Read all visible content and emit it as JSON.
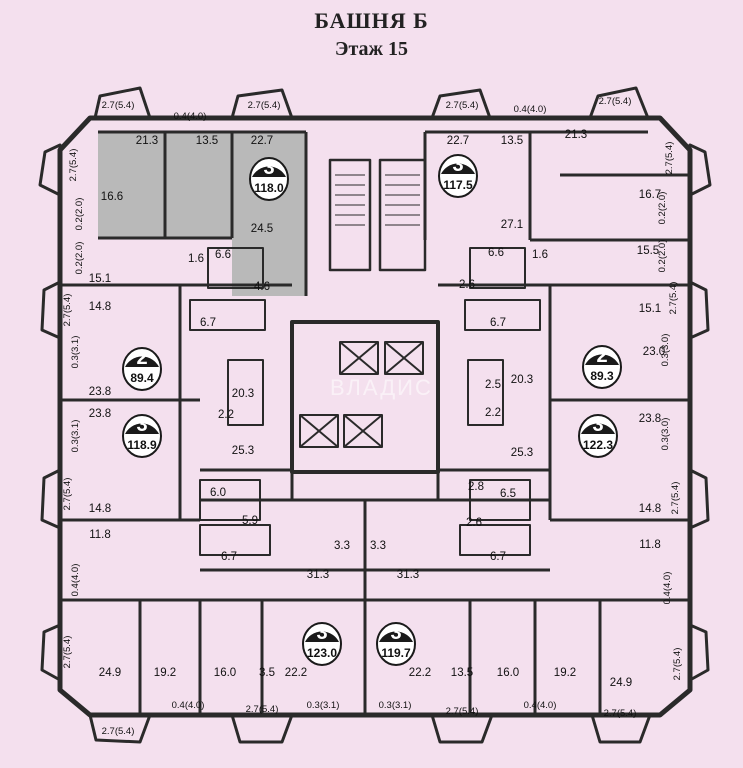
{
  "header": {
    "tower": "БАШНЯ Б",
    "floor": "Этаж 15"
  },
  "watermark": "ВЛАДИС",
  "colors": {
    "background": "#f4e0ee",
    "wall": "#2a2a2a",
    "highlight": "#b9b9b9"
  },
  "apartments": [
    {
      "rooms": "3",
      "area": "118.0"
    },
    {
      "rooms": "3",
      "area": "117.5"
    },
    {
      "rooms": "2",
      "area": "89.4"
    },
    {
      "rooms": "2",
      "area": "89.3"
    },
    {
      "rooms": "3",
      "area": "118.9"
    },
    {
      "rooms": "3",
      "area": "122.3"
    },
    {
      "rooms": "3",
      "area": "123.0"
    },
    {
      "rooms": "3",
      "area": "119.7"
    }
  ],
  "room_areas": [
    "21.3",
    "13.5",
    "22.7",
    "16.6",
    "24.5",
    "6.6",
    "1.6",
    "4.6",
    "15.1",
    "14.8",
    "6.7",
    "23.8",
    "20.3",
    "2.2",
    "23.8",
    "25.3",
    "6.0",
    "5.9",
    "14.8",
    "11.8",
    "6.7",
    "22.7",
    "13.5",
    "21.3",
    "16.7",
    "27.1",
    "6.6",
    "1.6",
    "2.6",
    "15.5",
    "15.1",
    "6.7",
    "23.0",
    "20.3",
    "2.2",
    "2.5",
    "23.8",
    "25.3",
    "2.8",
    "6.5",
    "2.6",
    "14.8",
    "11.8",
    "6.7",
    "3.3",
    "3.3",
    "31.3",
    "31.3",
    "24.9",
    "19.2",
    "16.0",
    "3.5",
    "22.2",
    "22.2",
    "13.5",
    "16.0",
    "19.2",
    "24.9"
  ],
  "dimensions": [
    "2.7(5.4)",
    "0.4(4.0)",
    "2.7(5.4)",
    "2.7(5.4)",
    "0.4(4.0)",
    "2.7(5.4)",
    "2.7(5.4)",
    "0.2(2.0)",
    "0.2(2.0)",
    "2.7(5.4)",
    "0.3(3.1)",
    "0.3(3.1)",
    "2.7(5.4)",
    "0.4(4.0)",
    "2.7(5.4)",
    "2.7(5.4)",
    "0.2(2.0)",
    "0.2(2.0)",
    "2.7(5.4)",
    "0.3(3.0)",
    "0.3(3.0)",
    "2.7(5.4)",
    "0.4(4.0)",
    "2.7(5.4)",
    "2.7(5.4)",
    "0.4(4.0)",
    "2.7(5.4)",
    "0.3(3.1)",
    "0.3(3.1)",
    "2.7(5.4)",
    "0.4(4.0)",
    "2.7(5.4)"
  ]
}
